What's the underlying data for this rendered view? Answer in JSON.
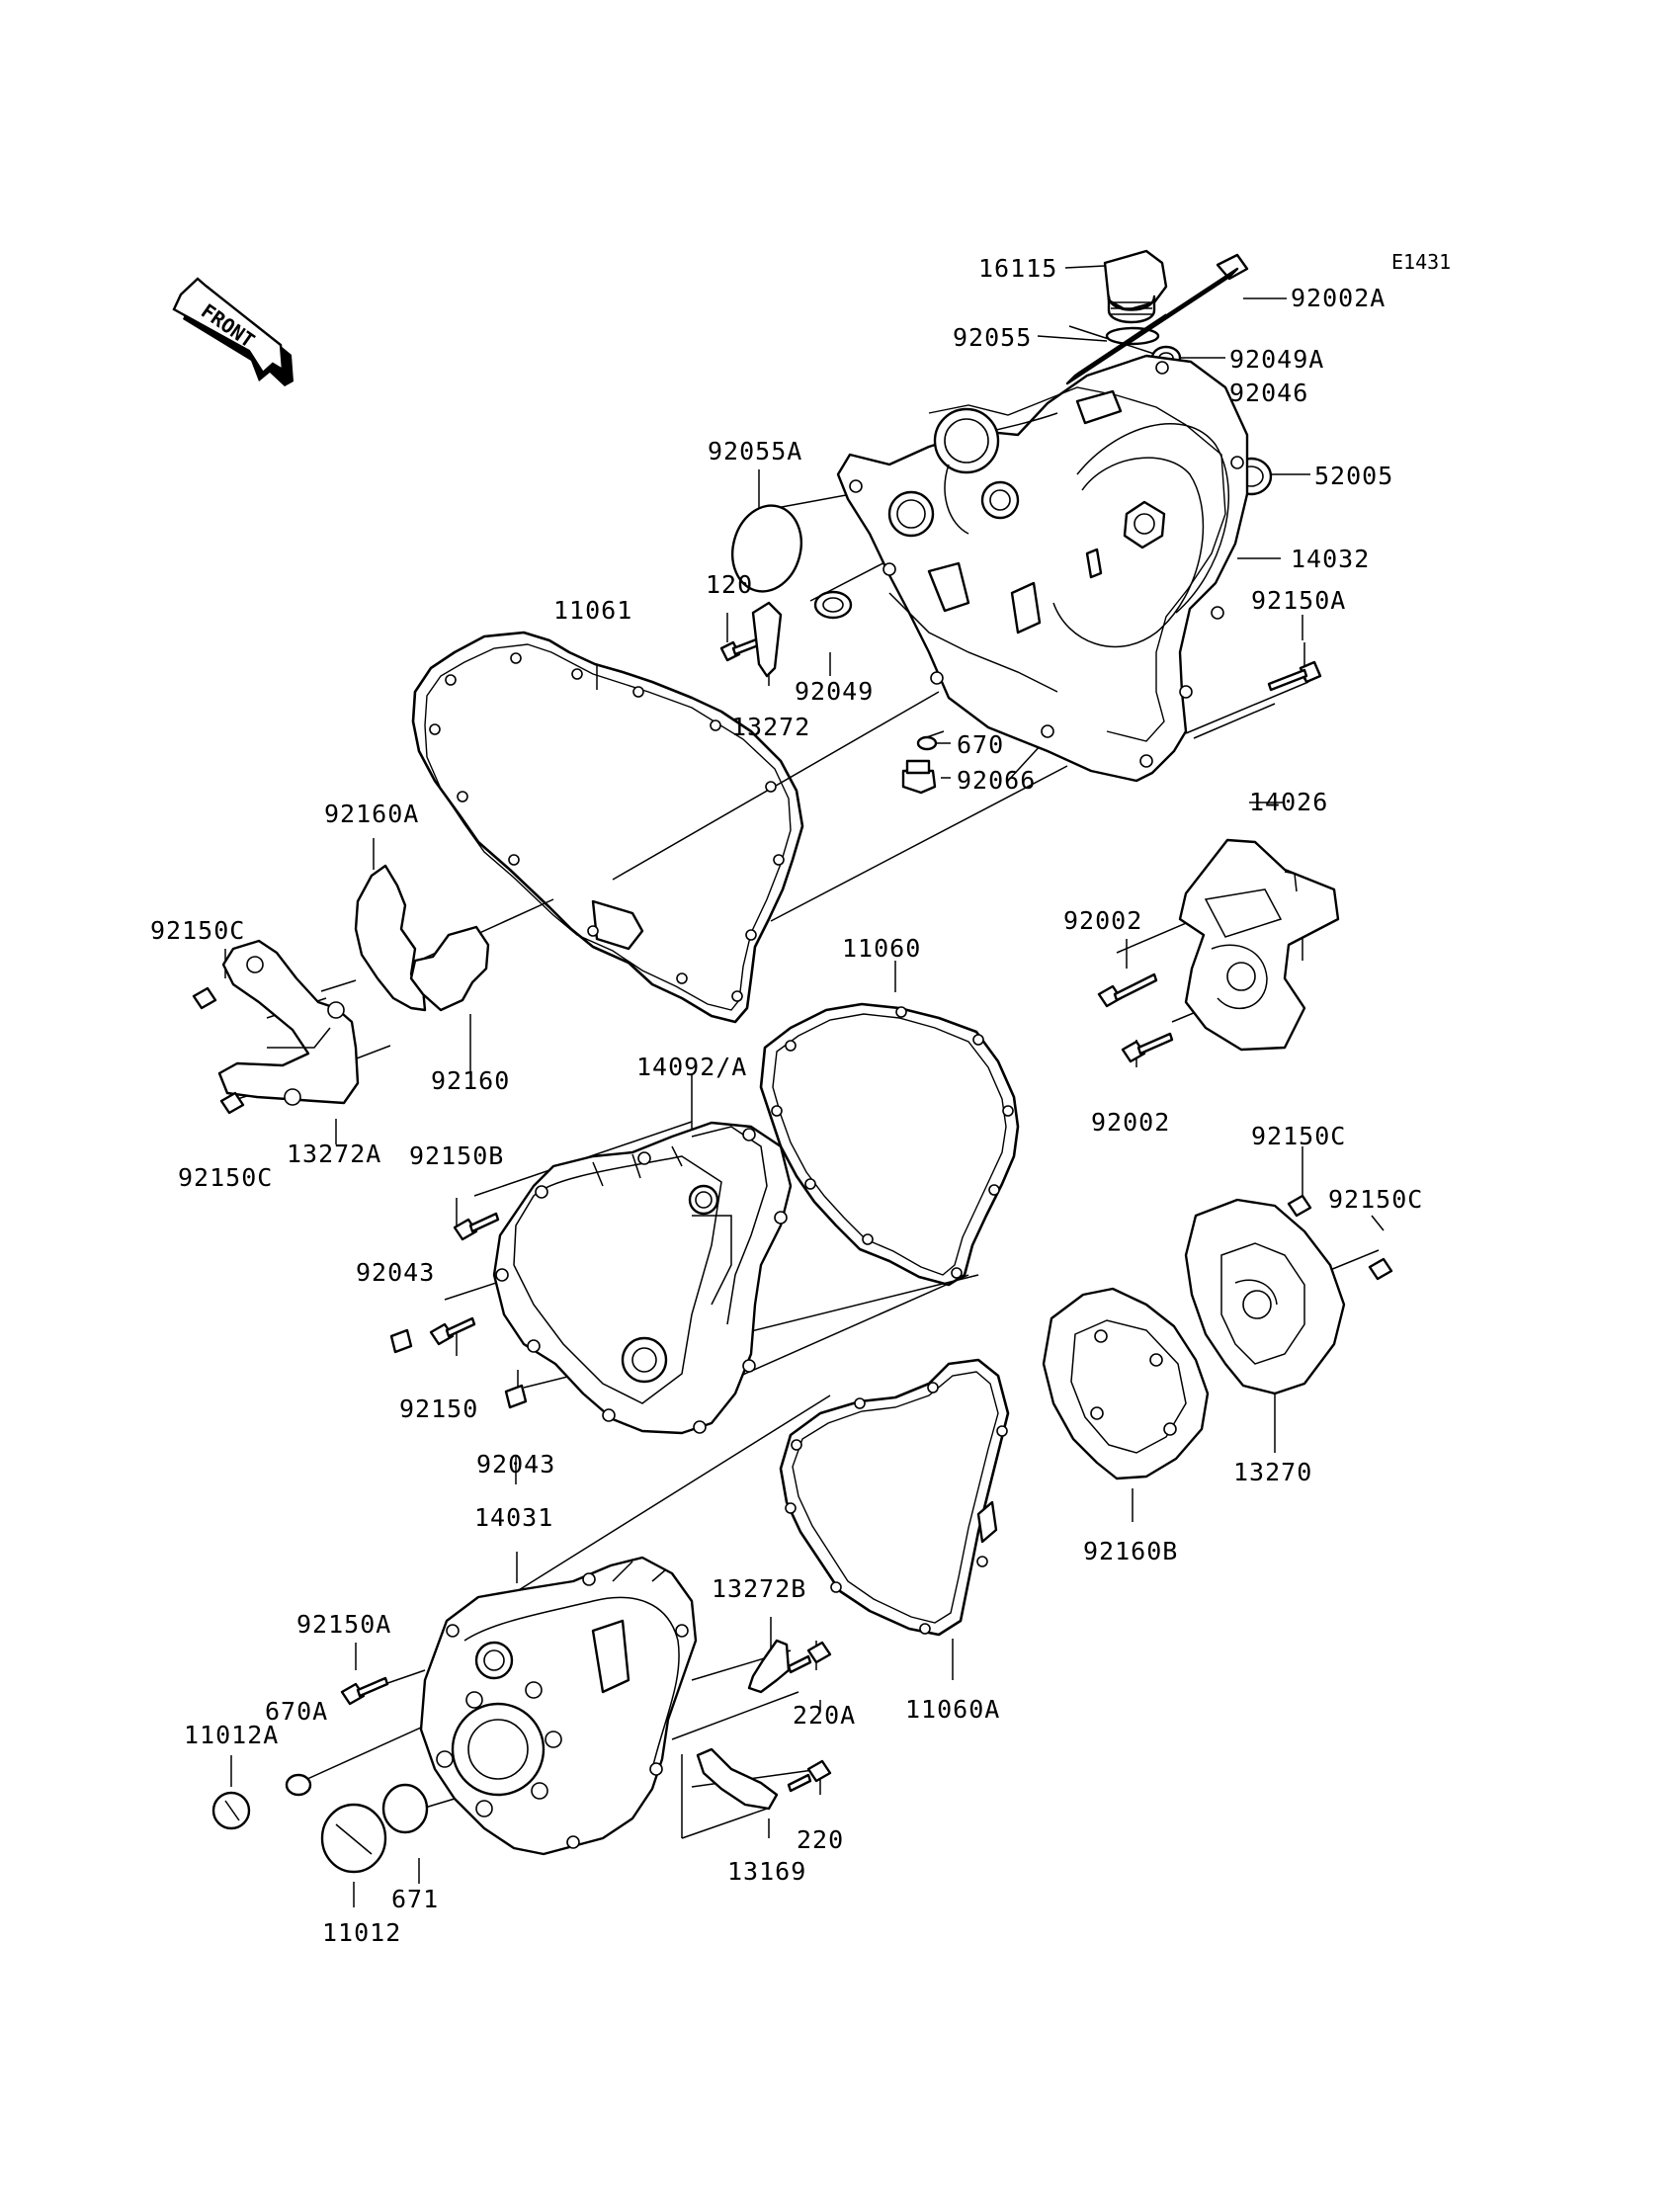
{
  "diagram_code": "E1431",
  "front_arrow_text": "FRONT",
  "labels": [
    {
      "id": "16115",
      "text": "16115"
    },
    {
      "id": "92002A",
      "text": "92002A"
    },
    {
      "id": "92055",
      "text": "92055"
    },
    {
      "id": "92049A",
      "text": "92049A"
    },
    {
      "id": "92046",
      "text": "92046"
    },
    {
      "id": "52005",
      "text": "52005"
    },
    {
      "id": "92055A",
      "text": "92055A"
    },
    {
      "id": "14032",
      "text": "14032"
    },
    {
      "id": "92150A-top",
      "text": "92150A"
    },
    {
      "id": "120",
      "text": "120"
    },
    {
      "id": "11061",
      "text": "11061"
    },
    {
      "id": "92049",
      "text": "92049"
    },
    {
      "id": "13272",
      "text": "13272"
    },
    {
      "id": "670",
      "text": "670"
    },
    {
      "id": "92066",
      "text": "92066"
    },
    {
      "id": "92160A",
      "text": "92160A"
    },
    {
      "id": "14026",
      "text": "14026"
    },
    {
      "id": "92150C-left-top",
      "text": "92150C"
    },
    {
      "id": "92002-top",
      "text": "92002"
    },
    {
      "id": "11060",
      "text": "11060"
    },
    {
      "id": "92160",
      "text": "92160"
    },
    {
      "id": "14092A",
      "text": "14092/A"
    },
    {
      "id": "92002-bottom",
      "text": "92002"
    },
    {
      "id": "13272A",
      "text": "13272A"
    },
    {
      "id": "92150B",
      "text": "92150B"
    },
    {
      "id": "92150C-right-top",
      "text": "92150C"
    },
    {
      "id": "92150C-left-bottom",
      "text": "92150C"
    },
    {
      "id": "92150C-right",
      "text": "92150C"
    },
    {
      "id": "92043-top",
      "text": "92043"
    },
    {
      "id": "92150",
      "text": "92150"
    },
    {
      "id": "92043-bottom",
      "text": "92043"
    },
    {
      "id": "13270",
      "text": "13270"
    },
    {
      "id": "14031",
      "text": "14031"
    },
    {
      "id": "92160B",
      "text": "92160B"
    },
    {
      "id": "13272B",
      "text": "13272B"
    },
    {
      "id": "92150A-bottom",
      "text": "92150A"
    },
    {
      "id": "670A",
      "text": "670A"
    },
    {
      "id": "220A",
      "text": "220A"
    },
    {
      "id": "11060A",
      "text": "11060A"
    },
    {
      "id": "11012A",
      "text": "11012A"
    },
    {
      "id": "220",
      "text": "220"
    },
    {
      "id": "671",
      "text": "671"
    },
    {
      "id": "13169",
      "text": "13169"
    },
    {
      "id": "11012",
      "text": "11012"
    }
  ]
}
